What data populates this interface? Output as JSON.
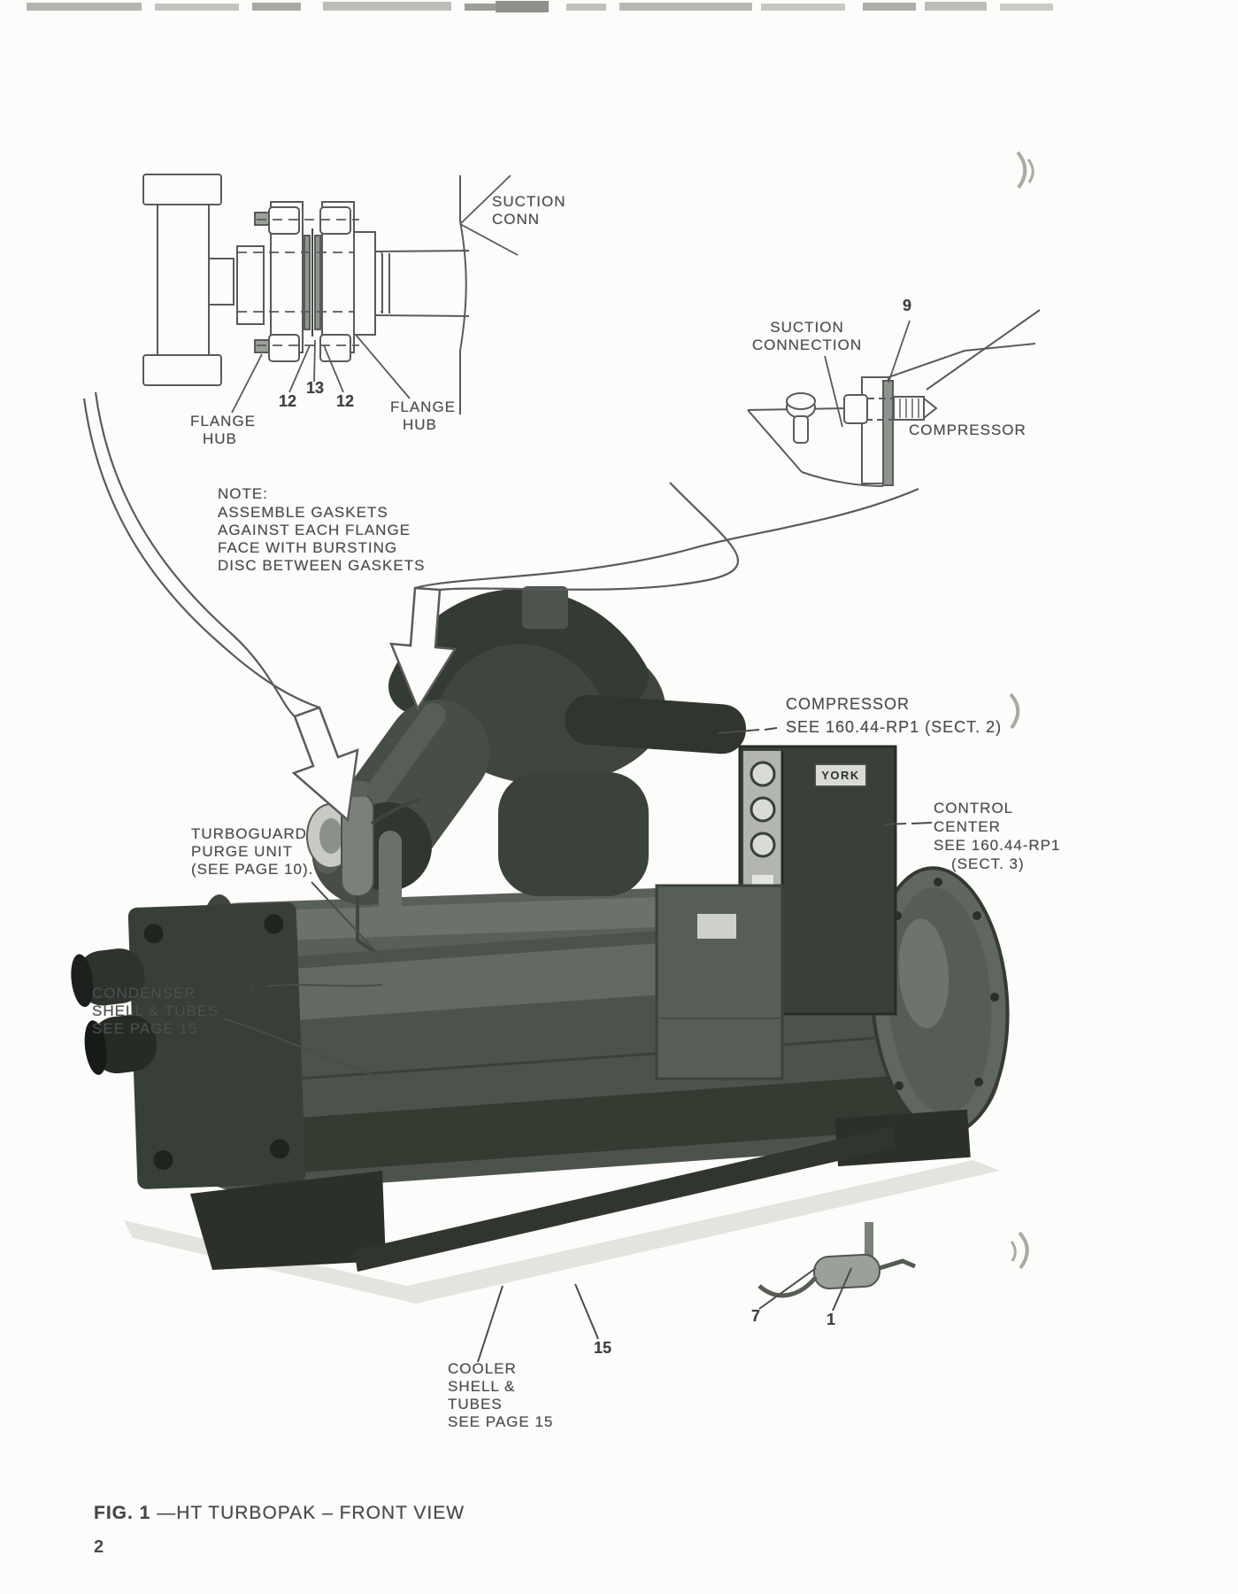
{
  "inset_flange": {
    "suction_conn": [
      "SUCTION",
      "CONN"
    ],
    "callout_12_left": "12",
    "callout_13": "13",
    "callout_12_right": "12",
    "flange_hub_left": [
      "FLANGE",
      "HUB"
    ],
    "flange_hub_right": [
      "FLANGE",
      "HUB"
    ]
  },
  "note": {
    "title": "NOTE:",
    "lines": [
      "ASSEMBLE GASKETS",
      "AGAINST EACH FLANGE",
      "FACE WITH BURSTING",
      "DISC BETWEEN GASKETS"
    ]
  },
  "inset_suction": {
    "label": [
      "SUCTION",
      "CONNECTION"
    ],
    "callout_9": "9",
    "compressor_label": "COMPRESSOR"
  },
  "machine": {
    "compressor_label": [
      "COMPRESSOR",
      "SEE 160.44-RP1 (SECT. 2)"
    ],
    "control_center_label": [
      "CONTROL",
      "CENTER",
      "SEE 160.44-RP1",
      "(SECT. 3)"
    ],
    "turboguard_label": [
      "TURBOGUARD",
      "PURGE UNIT",
      "(SEE PAGE 10)."
    ],
    "condenser_label": [
      "CONDENSER",
      "SHELL & TUBES",
      "SEE PAGE 15"
    ],
    "cooler_label": [
      "COOLER",
      "SHELL &",
      "TUBES",
      "SEE PAGE 15"
    ],
    "callout_2": "2",
    "callout_15": "15",
    "callout_7": "7",
    "callout_1": "1",
    "nameplate": "YORK"
  },
  "caption": {
    "fig_bold": "FIG. 1",
    "fig_rest": "—HT TURBOPAK – FRONT VIEW",
    "page_number": "2"
  }
}
